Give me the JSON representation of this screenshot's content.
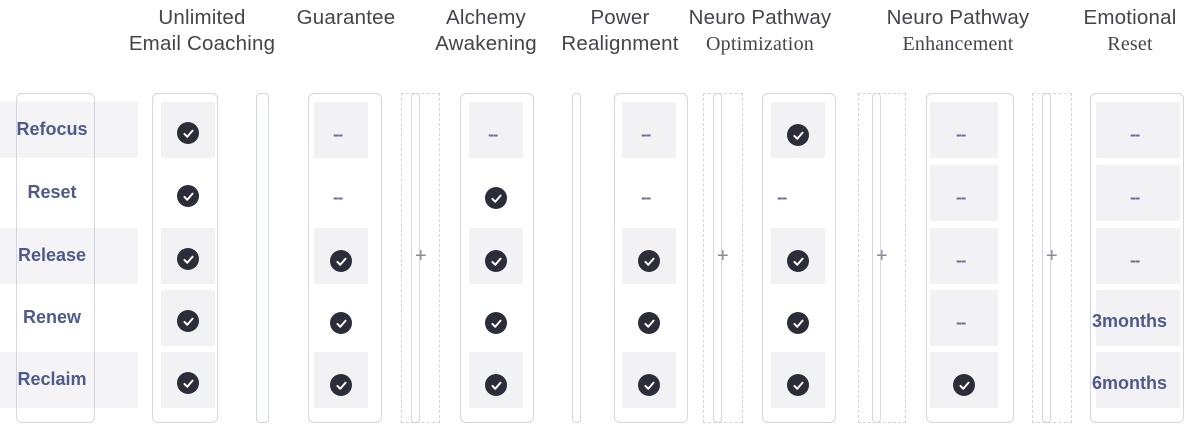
{
  "columns": [
    {
      "line1": "Unlimited",
      "line2": "Email Coaching"
    },
    {
      "line1": "Guarantee",
      "line2": ""
    },
    {
      "line1": "Alchemy",
      "line2": "Awakening"
    },
    {
      "line1": "Power",
      "line2": "Realignment"
    },
    {
      "line1": "Neuro Pathway",
      "line2": "Optimization"
    },
    {
      "line1": "Neuro Pathway",
      "line2": "Enhancement"
    },
    {
      "line1": "Emotional",
      "line2": "Reset"
    }
  ],
  "rows": [
    "Refocus",
    "Reset",
    "Release",
    "Renew",
    "Reclaim"
  ],
  "cells": [
    [
      "check",
      "--",
      "--",
      "--",
      "check",
      "--",
      "--"
    ],
    [
      "check",
      "--",
      "check",
      "--",
      "--",
      "--",
      "--"
    ],
    [
      "check",
      "check",
      "check",
      "check",
      "check",
      "--",
      "--"
    ],
    [
      "check",
      "check",
      "check",
      "check",
      "check",
      "--",
      "3months"
    ],
    [
      "check",
      "check",
      "check",
      "check",
      "check",
      "check",
      "6months"
    ]
  ],
  "plus_symbol": "+",
  "colors": {
    "label": "#4f5a8a",
    "check_fill": "#2b2d38",
    "stripe": "#f4f4f6",
    "border": "#d4d6de"
  },
  "icons": {
    "check": "check-circle-icon",
    "dash": "dash-icon",
    "plus": "plus-icon"
  }
}
